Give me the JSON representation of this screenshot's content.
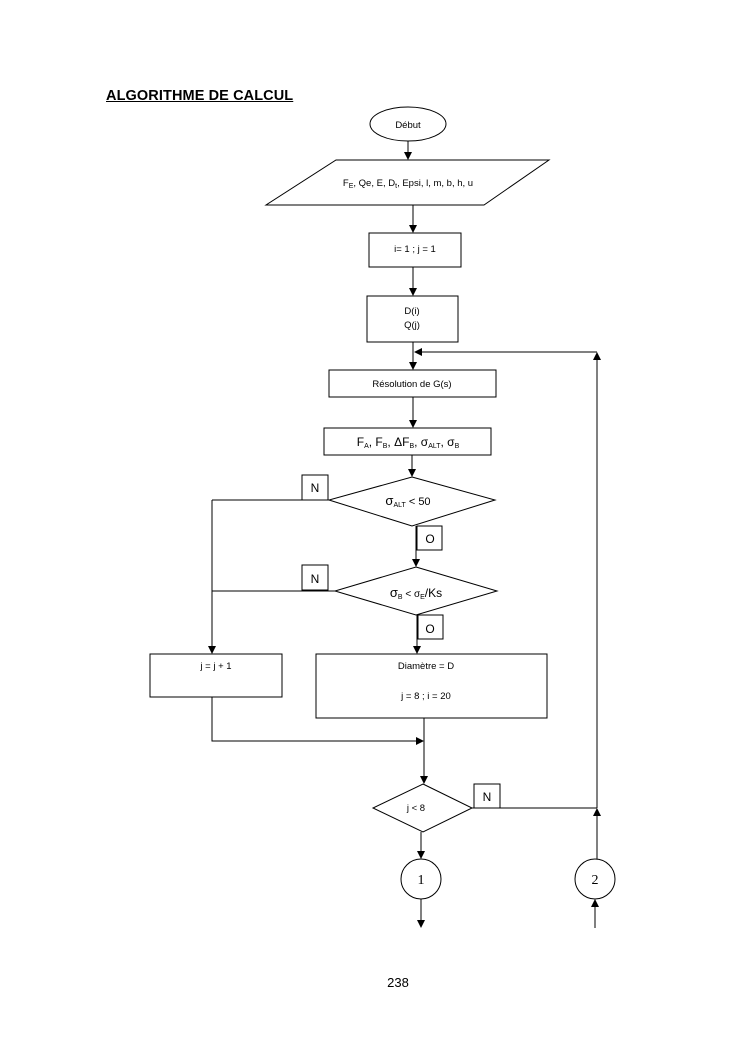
{
  "document": {
    "title": "ALGORITHME DE CALCUL",
    "page_number": "238"
  },
  "flowchart": {
    "start": "Début",
    "input": {
      "parts": [
        "F",
        "E",
        ", Qe, E,  D",
        "t",
        ", Epsi, l, m, b, h, u"
      ]
    },
    "init": "i= 1 ;  j = 1",
    "params": {
      "line1": "D(i)",
      "line2": "Q(j)"
    },
    "solve": "Résolution de  G(s)",
    "compute": {
      "parts": [
        "F",
        "A",
        ", F",
        "B",
        ", ΔF",
        "B",
        ", σ",
        "ALT",
        ", σ",
        "B"
      ]
    },
    "decision1": {
      "parts": [
        "σ",
        "ALT",
        " < 50"
      ],
      "no": "N",
      "yes": "O"
    },
    "decision2": {
      "parts": [
        "σ",
        "B",
        " < σ",
        "E",
        "/Ks"
      ],
      "no": "N",
      "yes": "O"
    },
    "increment": "j = j + 1",
    "result": {
      "line1": "Diamètre = D",
      "line2": "j = 8 ; i = 20"
    },
    "decision3": {
      "label": "j < 8",
      "no": "N"
    },
    "connector1": "1",
    "connector2": "2"
  }
}
